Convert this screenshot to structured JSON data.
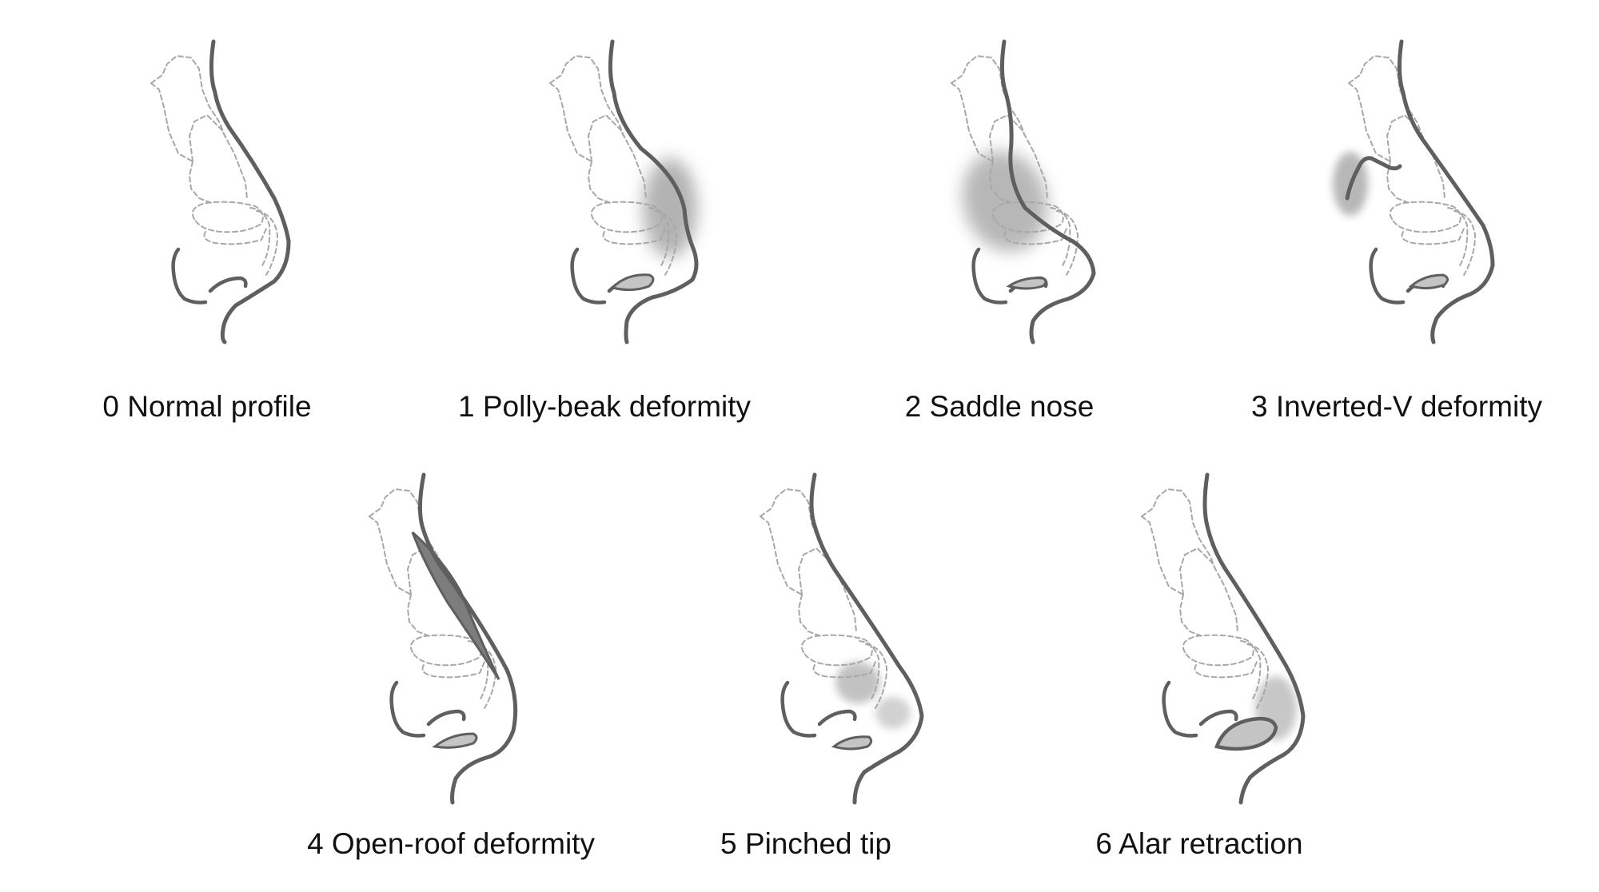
{
  "figure": {
    "panels": [
      {
        "id": "normal",
        "number": "0",
        "label": "0 Normal profile",
        "highlight": "none"
      },
      {
        "id": "polly-beak",
        "number": "1",
        "label": "1 Polly-beak deformity",
        "highlight": "supratip-fullness"
      },
      {
        "id": "saddle",
        "number": "2",
        "label": "2 Saddle nose",
        "highlight": "dorsal-depression"
      },
      {
        "id": "inverted-v",
        "number": "3",
        "label": "3 Inverted-V deformity",
        "highlight": "upper-lateral-collapse"
      },
      {
        "id": "open-roof",
        "number": "4",
        "label": "4 Open-roof deformity",
        "highlight": "dorsal-gap"
      },
      {
        "id": "pinched-tip",
        "number": "5",
        "label": "5 Pinched tip",
        "highlight": "tip-pinching"
      },
      {
        "id": "alar-retraction",
        "number": "6",
        "label": "6 Alar retraction",
        "highlight": "alar-rim-elevation"
      }
    ]
  },
  "colors": {
    "profile": "#5f5f5f",
    "cartilage": "#a8a8a8",
    "nostril": "#c4c4c4",
    "shading": "#9a9a9a",
    "gap": "#7d7d7d",
    "label": "#111111",
    "background": "#ffffff"
  }
}
